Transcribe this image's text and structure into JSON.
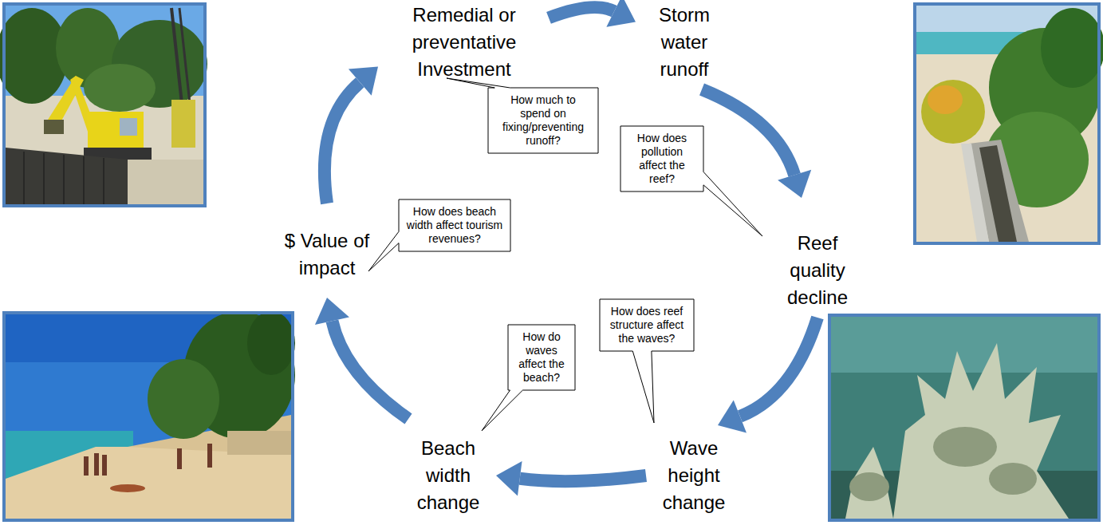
{
  "diagram": {
    "nodes": [
      {
        "text": [
          "Remedial or preventative Investment"
        ]
      },
      {
        "text": [
          "Storm water runoff"
        ]
      },
      {
        "text": [
          "Reef quality decline"
        ]
      },
      {
        "text": [
          "Wave height change"
        ]
      },
      {
        "text": [
          "Beach width change"
        ]
      },
      {
        "text": [
          "$ Value of impact"
        ]
      },
      {
        "text": [
          "How much to spend on fixing/preventing runoff?"
        ]
      },
      {
        "text": [
          "How does pollution affect the reef?"
        ]
      },
      {
        "text": [
          "How does beach width affect tourism revenues?"
        ]
      },
      {
        "text": [
          "How does reef structure affect the waves?"
        ]
      },
      {
        "text": [
          "How do waves affect the beach?"
        ]
      }
    ],
    "edges": [
      {
        "from": 0,
        "to": 1,
        "arrow": "to"
      },
      {
        "from": 1,
        "to": 2,
        "arrow": "to"
      },
      {
        "from": 2,
        "to": 3,
        "arrow": "to"
      },
      {
        "from": 3,
        "to": 4,
        "arrow": "to"
      },
      {
        "from": 4,
        "to": 5,
        "arrow": "to"
      },
      {
        "from": 5,
        "to": 0,
        "arrow": "to"
      }
    ]
  }
}
